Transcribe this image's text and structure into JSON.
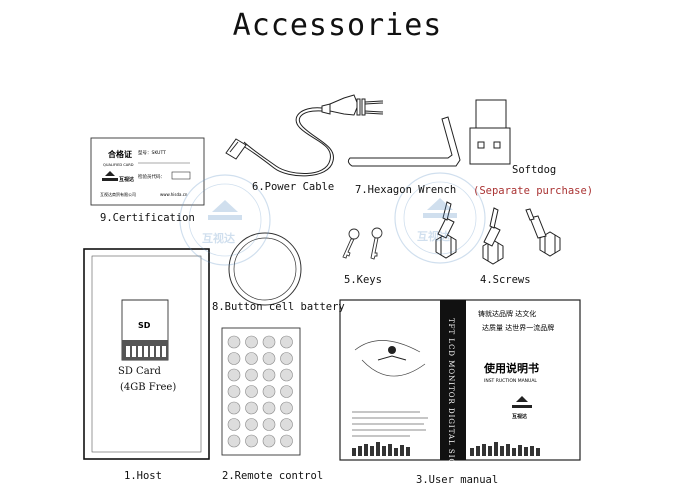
{
  "title": "Accessories",
  "items": {
    "certification": {
      "label": "9.Certification",
      "card_heading": "合格证",
      "card_sub": "QUALIFIED CARD",
      "card_model": "型号：SKUTT",
      "card_check": "检验员代码：",
      "card_maker": "互视达商贸有限公司",
      "card_url": "www.hisda.cn",
      "card_logo": "互视达"
    },
    "power_cable": {
      "label": "6.Power Cable"
    },
    "hexagon_wrench": {
      "label": "7.Hexagon Wrench"
    },
    "softdog": {
      "label": "Softdog",
      "note": "(Separate purchase)"
    },
    "keys": {
      "label": "5.Keys"
    },
    "screws": {
      "label": "4.Screws"
    },
    "button_battery": {
      "label": "8.Button cell battery"
    },
    "host": {
      "label": "1.Host",
      "sd_chip": "SD",
      "sd_label": "SD Card",
      "sd_capacity": "(4GB Free)"
    },
    "remote": {
      "label": "2.Remote control"
    },
    "manual": {
      "label": "3.User manual",
      "spine": "TFT LCD MONITOR DIGITAL SIGNA",
      "title_cn": "使用说明书",
      "title_en": "INST RUCTION MANUAL",
      "slogan1": "铸就达品牌 达文化",
      "slogan2": "达质量 达世界一流品牌",
      "logo": "互视达"
    }
  },
  "watermark": {
    "text": "互视达"
  },
  "colors": {
    "text": "#111111",
    "accent": "#aa3333",
    "watermark": "#5a8fc4",
    "line": "#222222"
  }
}
